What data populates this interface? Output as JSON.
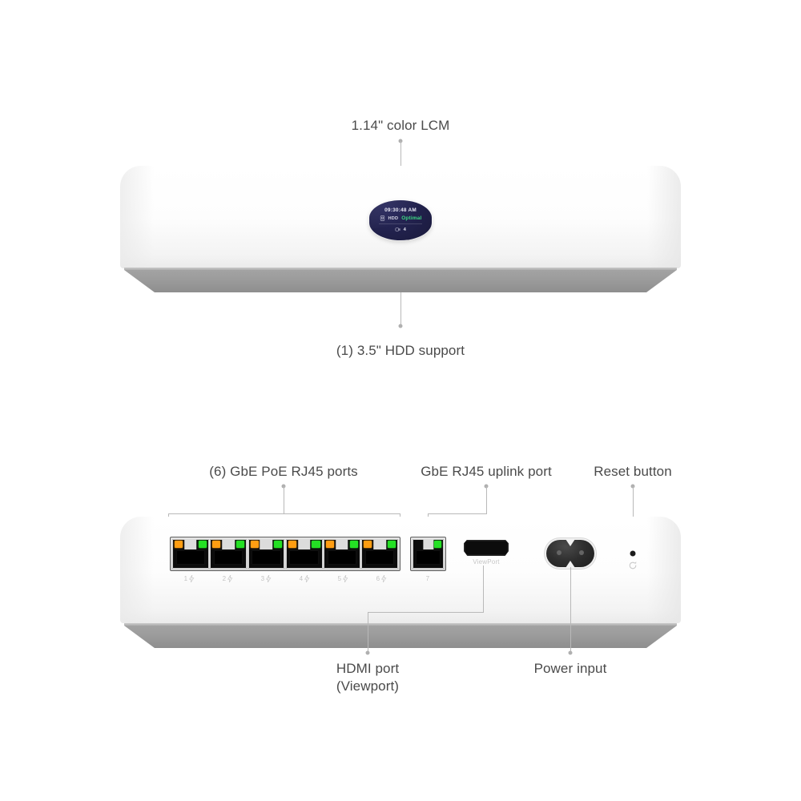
{
  "page": {
    "title": "UniFi Network Video Recorder — annotated product diagram",
    "background": "#ffffff",
    "label_color": "#4a4a4a",
    "leader_color": "#b9b9b9"
  },
  "colors": {
    "chassis_white": "#ffffff",
    "chassis_base_gray": "#9b9b9b",
    "screen_navy": "#20204a",
    "status_green": "#3ddc84",
    "led_orange": "#ff9d12",
    "led_green": "#24e024",
    "port_black": "#0b0b0b"
  },
  "front_view": {
    "callouts": [
      {
        "id": "lcm",
        "name": "lcm-callout",
        "text": "1.14\" color LCM",
        "position": "above-center"
      },
      {
        "id": "hdd",
        "name": "hdd-callout",
        "text": "(1) 3.5\" HDD support",
        "position": "below-center"
      }
    ],
    "screen": {
      "time": "09:30:48 AM",
      "storage_label": "HDD",
      "storage_status": "Optimal",
      "storage_icon": "hard-drive-icon",
      "camera_icon": "camera-icon",
      "camera_count": "4",
      "camera_bullet": "•"
    }
  },
  "rear_view": {
    "callouts": [
      {
        "id": "poe-ports",
        "name": "poe-ports-callout",
        "text": "(6) GbE PoE RJ45 ports",
        "position": "above-left"
      },
      {
        "id": "uplink-port",
        "name": "uplink-port-callout",
        "text": "GbE RJ45 uplink port",
        "position": "above-center"
      },
      {
        "id": "reset-button",
        "name": "reset-button-callout",
        "text": "Reset button",
        "position": "above-right"
      },
      {
        "id": "hdmi-port",
        "name": "hdmi-port-callout",
        "text": "HDMI port",
        "text_line2": "(Viewport)",
        "position": "below-left"
      },
      {
        "id": "power-input",
        "name": "power-input-callout",
        "text": "Power input",
        "position": "below-right"
      }
    ],
    "poe_ports": [
      {
        "number": "1",
        "poe": true,
        "led_left": "orange",
        "led_right": "green"
      },
      {
        "number": "2",
        "poe": true,
        "led_left": "orange",
        "led_right": "green"
      },
      {
        "number": "3",
        "poe": true,
        "led_left": "orange",
        "led_right": "green"
      },
      {
        "number": "4",
        "poe": true,
        "led_left": "orange",
        "led_right": "green"
      },
      {
        "number": "5",
        "poe": true,
        "led_left": "orange",
        "led_right": "green"
      },
      {
        "number": "6",
        "poe": true,
        "led_left": "orange",
        "led_right": "green"
      }
    ],
    "uplink_port": {
      "number": "7",
      "poe": false,
      "led_left": "none",
      "led_right": "green"
    },
    "hdmi": {
      "silkscreen": "ViewPort",
      "icon": "hdmi-port-icon"
    },
    "power": {
      "icon": "iec-c7-power-inlet-icon"
    },
    "reset": {
      "icon": "reset-arrow-icon",
      "glyph": "↻"
    },
    "poe_symbol": "⚡"
  }
}
